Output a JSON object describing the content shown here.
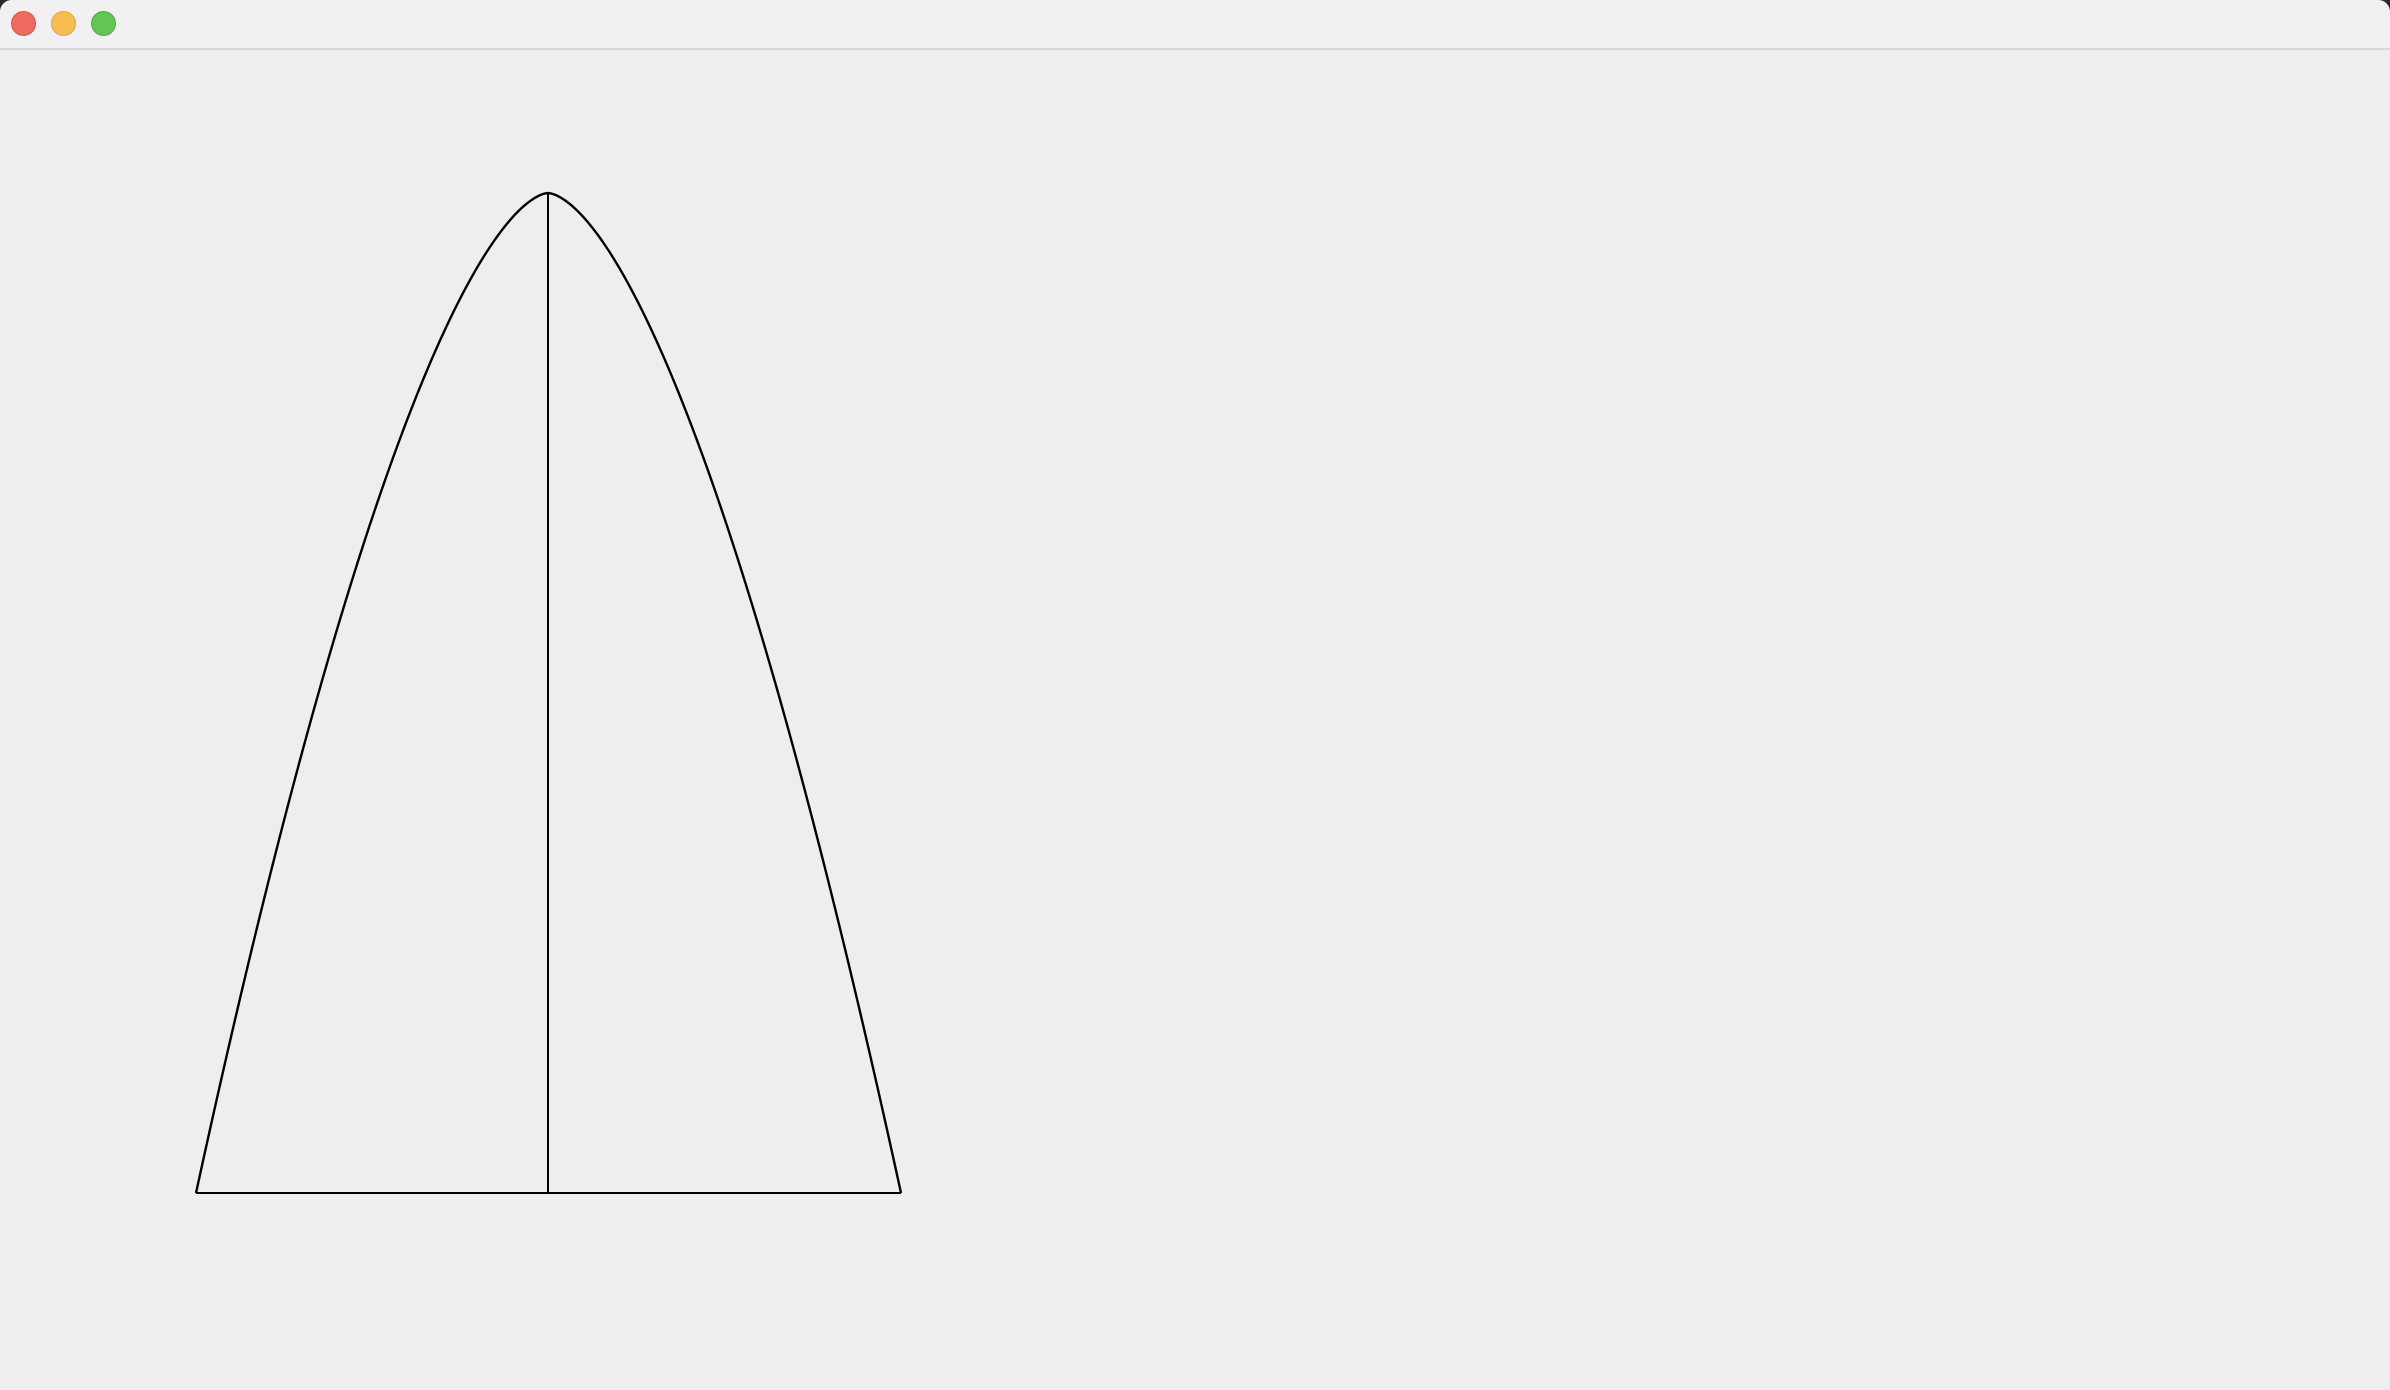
{
  "window": {
    "title": "",
    "buttons": [
      {
        "name": "close",
        "color": "#ee6a5f",
        "border": "#d9574d"
      },
      {
        "name": "minimize",
        "color": "#f5be4f",
        "border": "#dea73b"
      },
      {
        "name": "zoom",
        "color": "#62c554",
        "border": "#4fae43"
      }
    ],
    "background": "#eeeeee"
  },
  "drawing": {
    "shapes": [
      "parabola",
      "axis-of-symmetry-line",
      "baseline-line"
    ],
    "stroke_color": "#000000",
    "fill": "none"
  }
}
